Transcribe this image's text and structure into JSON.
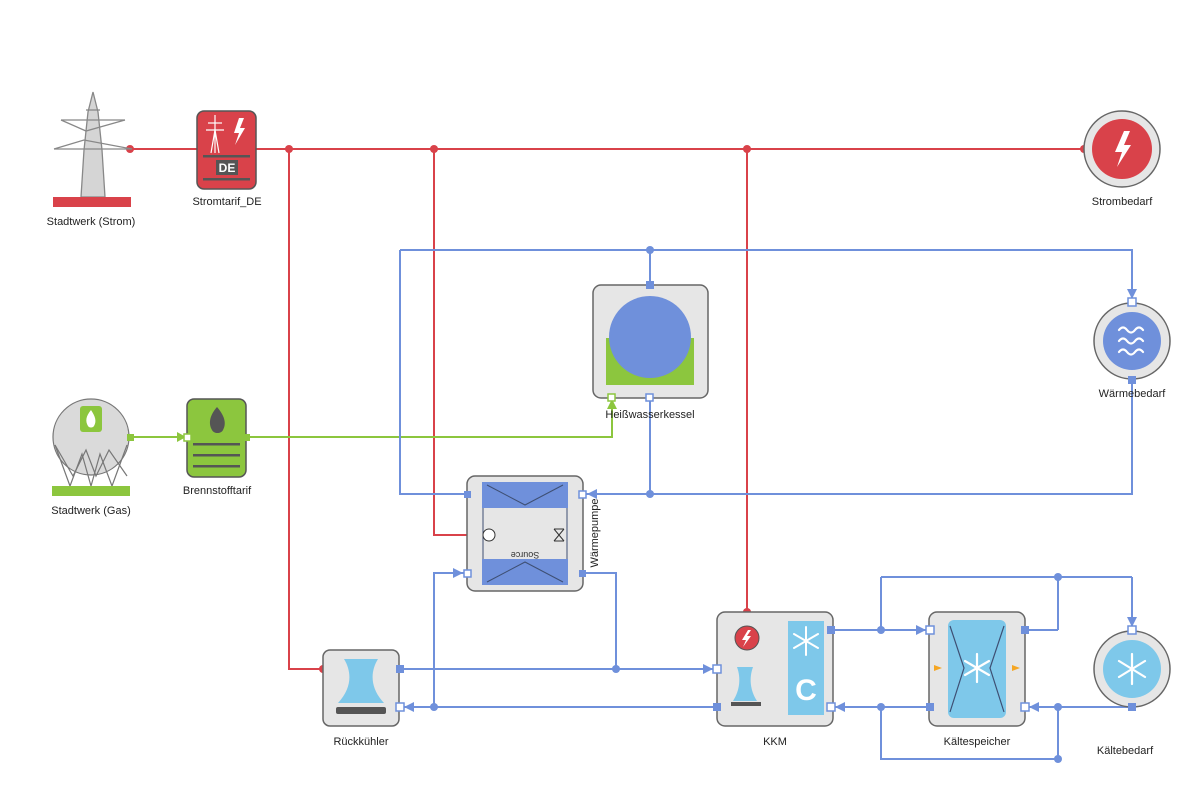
{
  "components": {
    "stadtwerk_strom": {
      "label": "Stadtwerk (Strom)"
    },
    "stromtarif": {
      "label": "Stromtarif_DE",
      "badge": "DE"
    },
    "strombedarf": {
      "label": "Strombedarf"
    },
    "heisswasserkessel": {
      "label": "Heißwasserkessel"
    },
    "waermebedarf": {
      "label": "Wärmebedarf"
    },
    "stadtwerk_gas": {
      "label": "Stadtwerk (Gas)"
    },
    "brennstofftarif": {
      "label": "Brennstofftarif"
    },
    "waermepumpe": {
      "label": "Wärmepumpe",
      "source_label": "Source"
    },
    "rueckkuehler": {
      "label": "Rückkühler"
    },
    "kkm": {
      "label": "KKM",
      "badge": "C"
    },
    "kaeltespeicher": {
      "label": "Kältespeicher"
    },
    "kaeltebedarf": {
      "label": "Kältebedarf"
    }
  },
  "colors": {
    "electric": "#d9424a",
    "heat": "#6f90db",
    "gas": "#8cc63e",
    "cold": "#7ec8ea",
    "device_bg": "#e6e6e6",
    "device_border": "#666666"
  }
}
